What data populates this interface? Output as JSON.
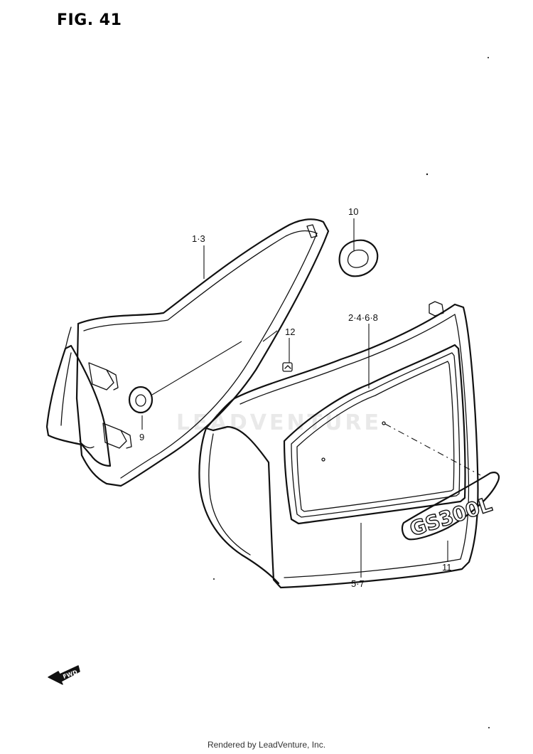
{
  "figure": {
    "title": "FIG. 41"
  },
  "callouts": [
    {
      "id": "c13",
      "label": "1·3"
    },
    {
      "id": "c10",
      "label": "10"
    },
    {
      "id": "c2468",
      "label": "2·4·6·8"
    },
    {
      "id": "c12",
      "label": "12"
    },
    {
      "id": "c9",
      "label": "9"
    },
    {
      "id": "c57",
      "label": "5·7"
    },
    {
      "id": "c11",
      "label": "11"
    }
  ],
  "emblem": {
    "text": "GS300L"
  },
  "direction_arrow": {
    "text": "FWD"
  },
  "watermark": {
    "text": "LEADVENTURE"
  },
  "footer": {
    "text": "Rendered by LeadVenture, Inc."
  }
}
